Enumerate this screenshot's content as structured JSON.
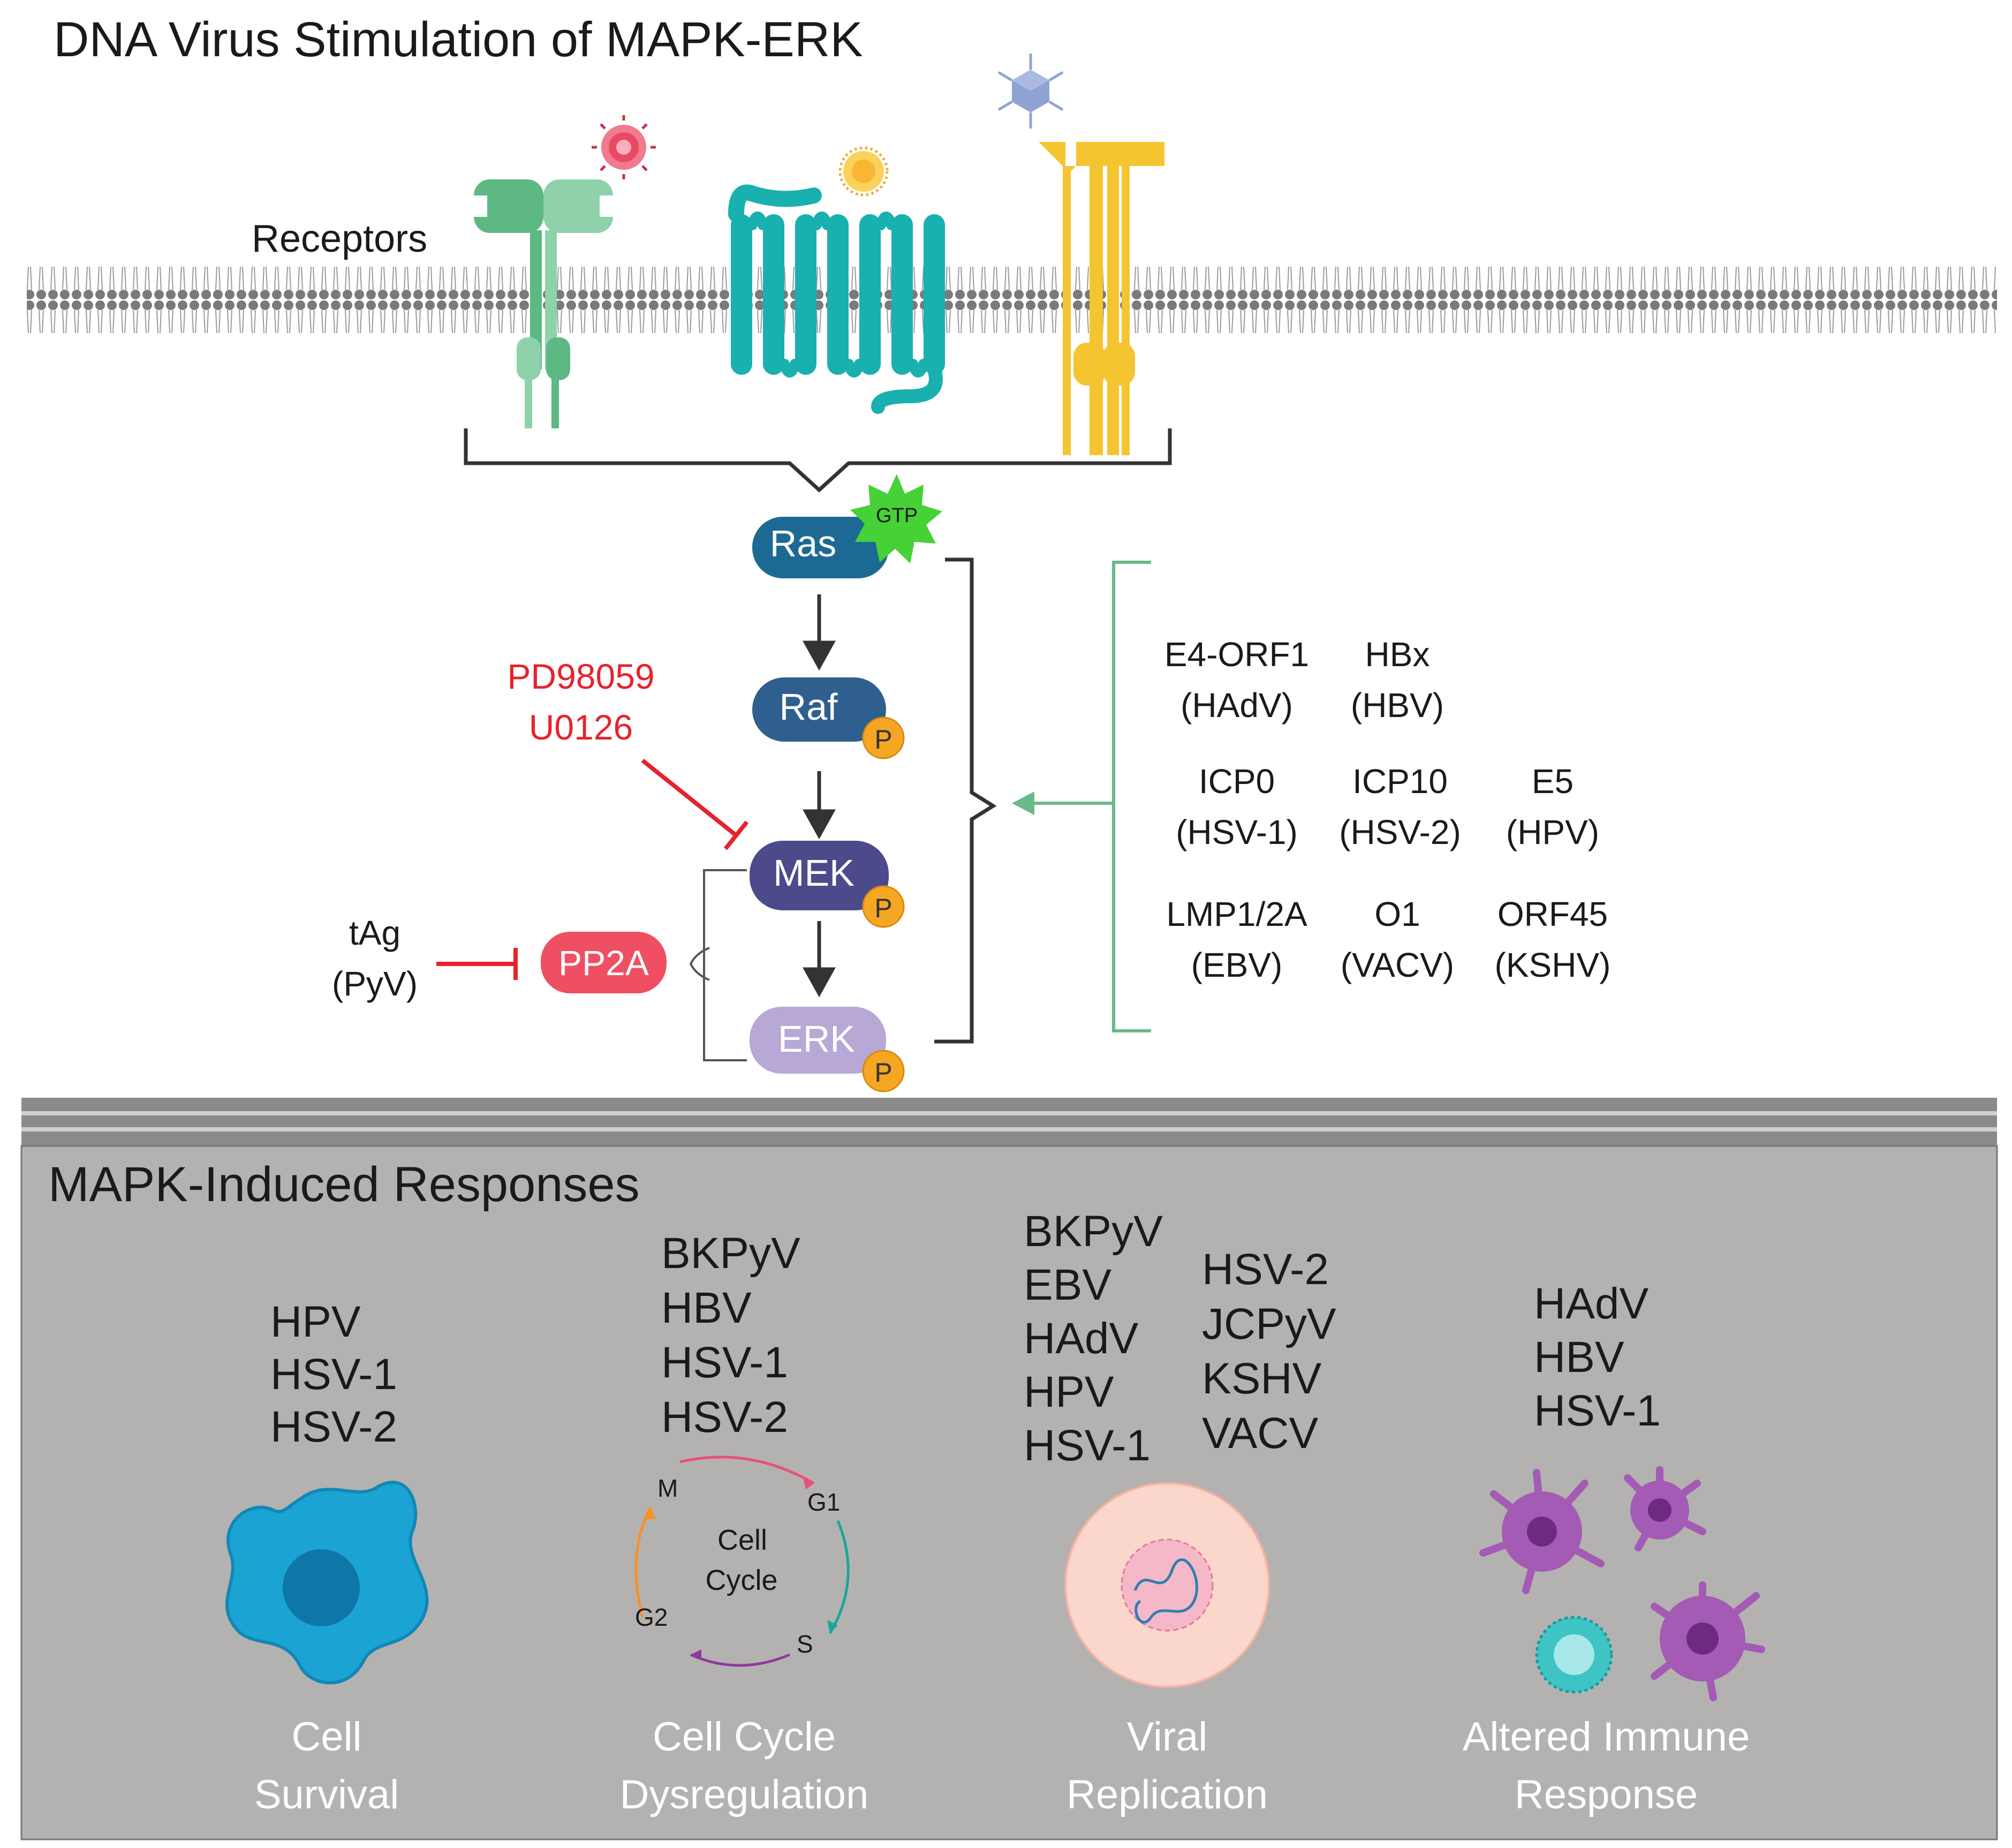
{
  "title": "DNA Virus Stimulation of MAPK-ERK",
  "receptors_label": "Receptors",
  "cascade": {
    "ras": "Ras",
    "gtp": "GTP",
    "raf": "Raf",
    "mek": "MEK",
    "erk": "ERK",
    "phospho": "P"
  },
  "inhibitors": {
    "drug1": "PD98059",
    "drug2": "U0126",
    "pp2a": "PP2A",
    "tag_line1": "tAg",
    "tag_line2": "(PyV)"
  },
  "viral_proteins": [
    {
      "protein": "E4-ORF1",
      "virus": "(HAdV)"
    },
    {
      "protein": "HBx",
      "virus": "(HBV)"
    },
    {
      "protein": "ICP0",
      "virus": "(HSV-1)"
    },
    {
      "protein": "ICP10",
      "virus": "(HSV-2)"
    },
    {
      "protein": "E5",
      "virus": "(HPV)"
    },
    {
      "protein": "LMP1/2A",
      "virus": "(EBV)"
    },
    {
      "protein": "O1",
      "virus": "(VACV)"
    },
    {
      "protein": "ORF45",
      "virus": "(KSHV)"
    }
  ],
  "responses_title": "MAPK-Induced Responses",
  "responses": [
    {
      "viruses": [
        "HPV",
        "HSV-1",
        "HSV-2"
      ],
      "label_line1": "Cell",
      "label_line2": "Survival"
    },
    {
      "viruses": [
        "BKPyV",
        "HBV",
        "HSV-1",
        "HSV-2"
      ],
      "label_line1": "Cell Cycle",
      "label_line2": "Dysregulation"
    },
    {
      "viruses_col1": [
        "BKPyV",
        "EBV",
        "HAdV",
        "HPV",
        "HSV-1"
      ],
      "viruses_col2": [
        "HSV-2",
        "JCPyV",
        "KSHV",
        "VACV"
      ],
      "label_line1": "Viral",
      "label_line2": "Replication"
    },
    {
      "viruses": [
        "HAdV",
        "HBV",
        "HSV-1"
      ],
      "label_line1": "Altered Immune",
      "label_line2": "Response"
    }
  ],
  "cell_cycle": {
    "center_line1": "Cell",
    "center_line2": "Cycle",
    "m": "M",
    "g1": "G1",
    "s": "S",
    "g2": "G2"
  },
  "colors": {
    "ras": "#1c6a93",
    "raf": "#2f5f8f",
    "mek": "#4b4a8a",
    "erk": "#b7a8d6",
    "pp2a": "#ef4f63",
    "phospho": "#f5a623",
    "gtp": "#46d136",
    "inhibitor_red": "#e6232d",
    "green_bracket": "#6bb98a",
    "panel_gray": "#b4b2b0",
    "receptor_green": "#5db883",
    "gpcr_teal": "#19b0b0",
    "receptor_yellow": "#f5c431"
  }
}
